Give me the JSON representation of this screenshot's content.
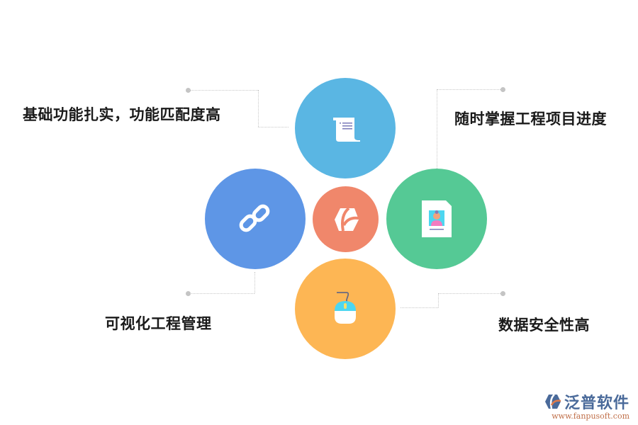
{
  "diagram": {
    "center": {
      "icon": "hexagon-logo-icon",
      "color": "#F0876B"
    },
    "nodes": [
      {
        "id": "top",
        "label": "基础功能扎实，功能匹配度高",
        "icon": "scroll-document-icon",
        "color": "#5AB6E3"
      },
      {
        "id": "right",
        "label": "随时掌握工程项目进度",
        "icon": "profile-card-icon",
        "color": "#55C995"
      },
      {
        "id": "left",
        "label": "可视化工程管理",
        "icon": "chain-link-icon",
        "color": "#5E96E6"
      },
      {
        "id": "bottom",
        "label": "数据安全性高",
        "icon": "computer-mouse-icon",
        "color": "#FDB654"
      }
    ],
    "connector_color": "#C8C8C8"
  },
  "watermark": {
    "name": "泛普软件",
    "url": "www.fanpusoft.com"
  }
}
